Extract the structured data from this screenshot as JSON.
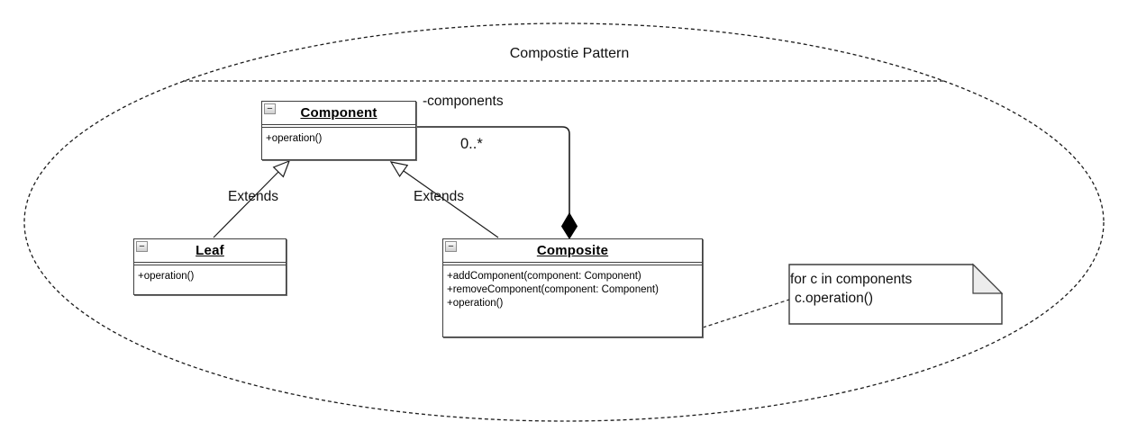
{
  "diagram": {
    "title": "Compostie Pattern",
    "icons": {
      "minimize_glyph": "−"
    },
    "classes": [
      {
        "name": "Component",
        "methods": [
          "+operation()"
        ]
      },
      {
        "name": "Leaf",
        "methods": [
          "+operation()"
        ]
      },
      {
        "name": "Composite",
        "methods": [
          "+addComponent(component: Component)",
          "+removeComponent(component: Component)",
          "+operation()"
        ]
      }
    ],
    "labels": {
      "association_name": "-components",
      "multiplicity": "0..*",
      "extends": [
        "Extends",
        "Extends"
      ]
    },
    "note": {
      "lines": [
        "for c in components",
        "c.operation()"
      ]
    },
    "colors": {
      "stroke": "#1c1c1c",
      "box_border": "#3f3f3f",
      "note_fold_fill": "#ececec",
      "background": "#ffffff"
    }
  }
}
